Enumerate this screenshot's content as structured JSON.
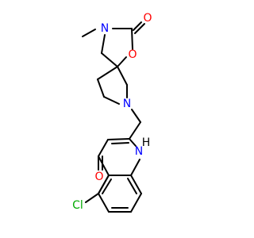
{
  "molecule": {
    "atoms": {
      "o_carbonyl": "O",
      "n_methyl": "N",
      "o_ring": "O",
      "n_pyrrolidine": "N",
      "nh_quinolone": "H",
      "n_quinolone": "N",
      "o_ketone": "O",
      "cl": "Cl"
    },
    "colors": {
      "bond": "#000000",
      "oxygen": "#ff0000",
      "nitrogen": "#0000ff",
      "chlorine": "#00aa00"
    }
  }
}
